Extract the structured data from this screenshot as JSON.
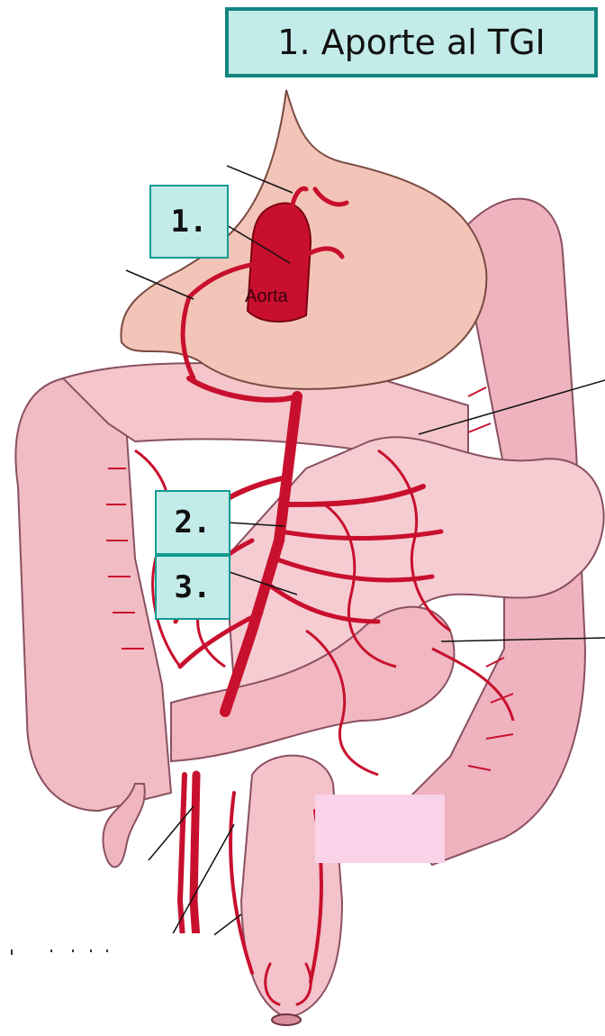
{
  "title": "1. Aporte al TGI",
  "aorta_label": "Aorta",
  "labels": {
    "box1": "1.",
    "box2": "2.",
    "box3": "3."
  },
  "colors": {
    "title_fill": "#c2ebe9",
    "title_border": "#12857f",
    "artery": "#c8102e",
    "bowel": "#f2bcc4",
    "stomach": "#f3c4b8",
    "redaction": "#fbd3e9"
  }
}
